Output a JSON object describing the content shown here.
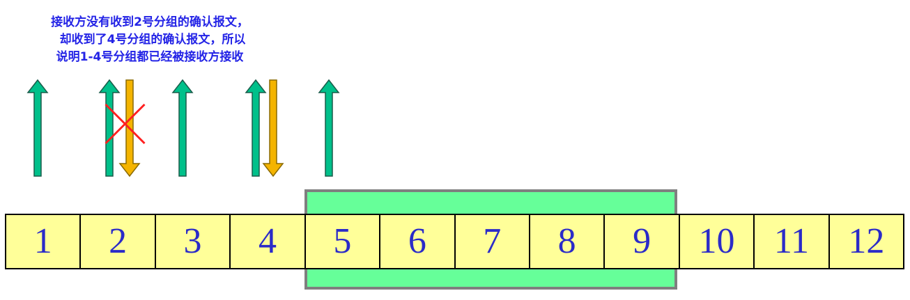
{
  "annotation": {
    "line1": "接收方没有收到2号分组的确认报文，",
    "line2": "却收到了4号分组的确认报文，所以",
    "line3": "说明1-4号分组都已经被接收方接收"
  },
  "packets": [
    "1",
    "2",
    "3",
    "4",
    "5",
    "6",
    "7",
    "8",
    "9",
    "10",
    "11",
    "12"
  ],
  "sending_window": {
    "first_packet": 5,
    "last_packet": 9,
    "color": "#66ff99"
  },
  "sent_packets_up": [
    1,
    2,
    3,
    4,
    5
  ],
  "ack_down": [
    2,
    4
  ],
  "lost_ack": 2,
  "colors": {
    "up_arrow_fill": "#00c08a",
    "up_arrow_stroke": "#1a5c4a",
    "down_arrow_fill": "#f4b400",
    "down_arrow_stroke": "#8a6a00",
    "cross": "#ff2020",
    "cell_bg": "#ffff99",
    "cell_text": "#2b2bc8",
    "annotation_text": "#2323e6"
  }
}
